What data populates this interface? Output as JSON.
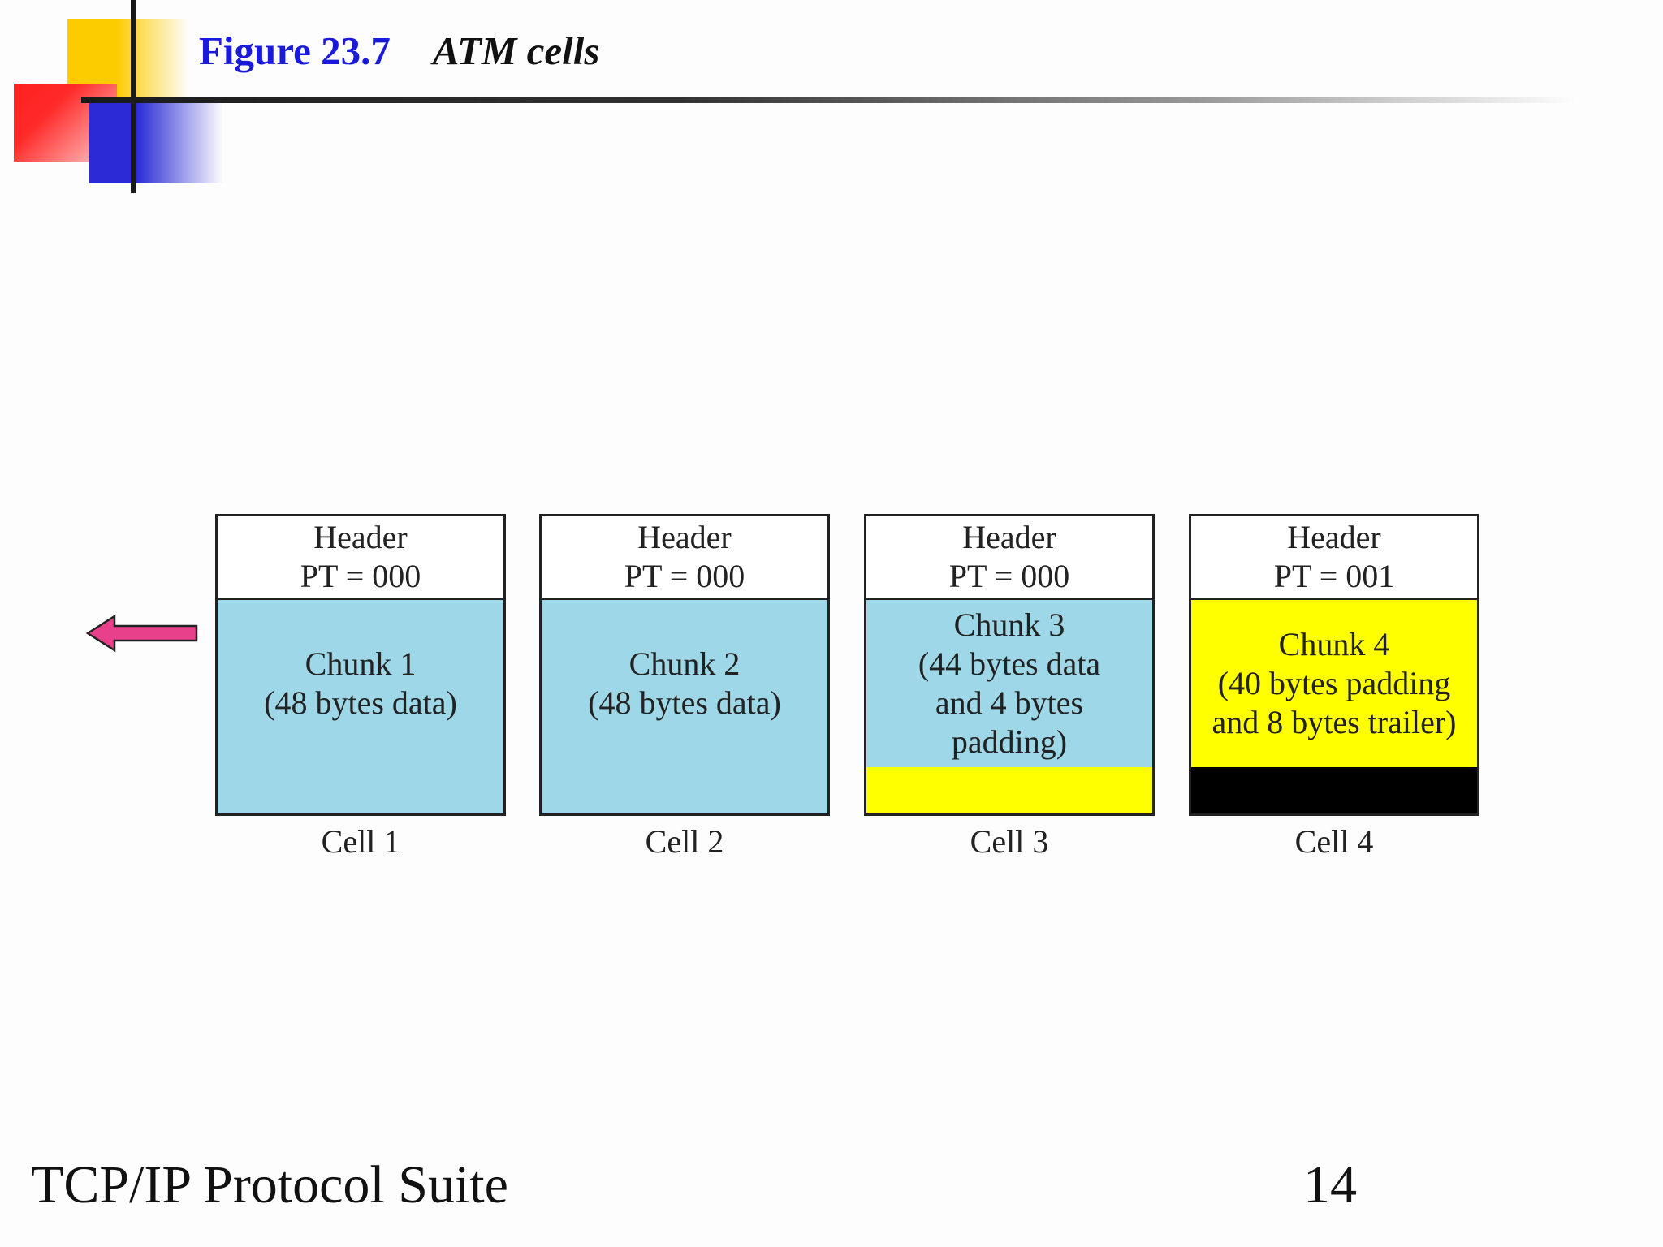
{
  "slide": {
    "figure_number": "Figure 23.7",
    "figure_title": "ATM cells",
    "footer_text": "TCP/IP Protocol Suite",
    "page_number": "14"
  },
  "cells": [
    {
      "header_line1": "Header",
      "header_line2": "PT = 000",
      "data_lines": [
        "Chunk 1",
        "(48 bytes data)"
      ],
      "label": "Cell 1",
      "data_color": "#9ed8e8",
      "pad_color": "#9ed8e8"
    },
    {
      "header_line1": "Header",
      "header_line2": "PT = 000",
      "data_lines": [
        "Chunk 2",
        "(48 bytes data)"
      ],
      "label": "Cell 2",
      "data_color": "#9ed8e8",
      "pad_color": "#9ed8e8"
    },
    {
      "header_line1": "Header",
      "header_line2": "PT = 000",
      "data_lines": [
        "Chunk 3",
        "(44 bytes data",
        "and 4 bytes",
        "padding)"
      ],
      "label": "Cell 3",
      "data_color": "#9ed8e8",
      "pad_color": "#ffff00"
    },
    {
      "header_line1": "Header",
      "header_line2": "PT = 001",
      "data_lines": [
        "Chunk 4",
        "(40 bytes padding",
        "and 8 bytes trailer)"
      ],
      "label": "Cell 4",
      "data_color": "#ffff00",
      "pad_color": "#000000"
    }
  ],
  "arrow": {
    "direction": "left",
    "color": "#e8408a"
  }
}
